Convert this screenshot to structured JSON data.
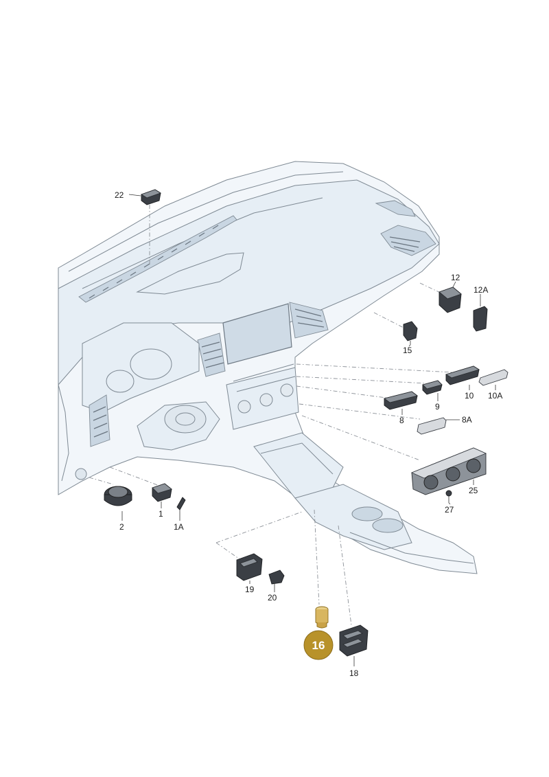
{
  "callouts": {
    "c22": "22",
    "c12": "12",
    "c12A": "12A",
    "c15": "15",
    "c10": "10",
    "c10A": "10A",
    "c9": "9",
    "c8": "8",
    "c8A": "8A",
    "c25": "25",
    "c27": "27",
    "c2": "2",
    "c1": "1",
    "c1A": "1A",
    "c19": "19",
    "c20": "20",
    "c16": "16",
    "c18": "18"
  },
  "highlight": {
    "part": "16",
    "color": "#b8922a"
  }
}
